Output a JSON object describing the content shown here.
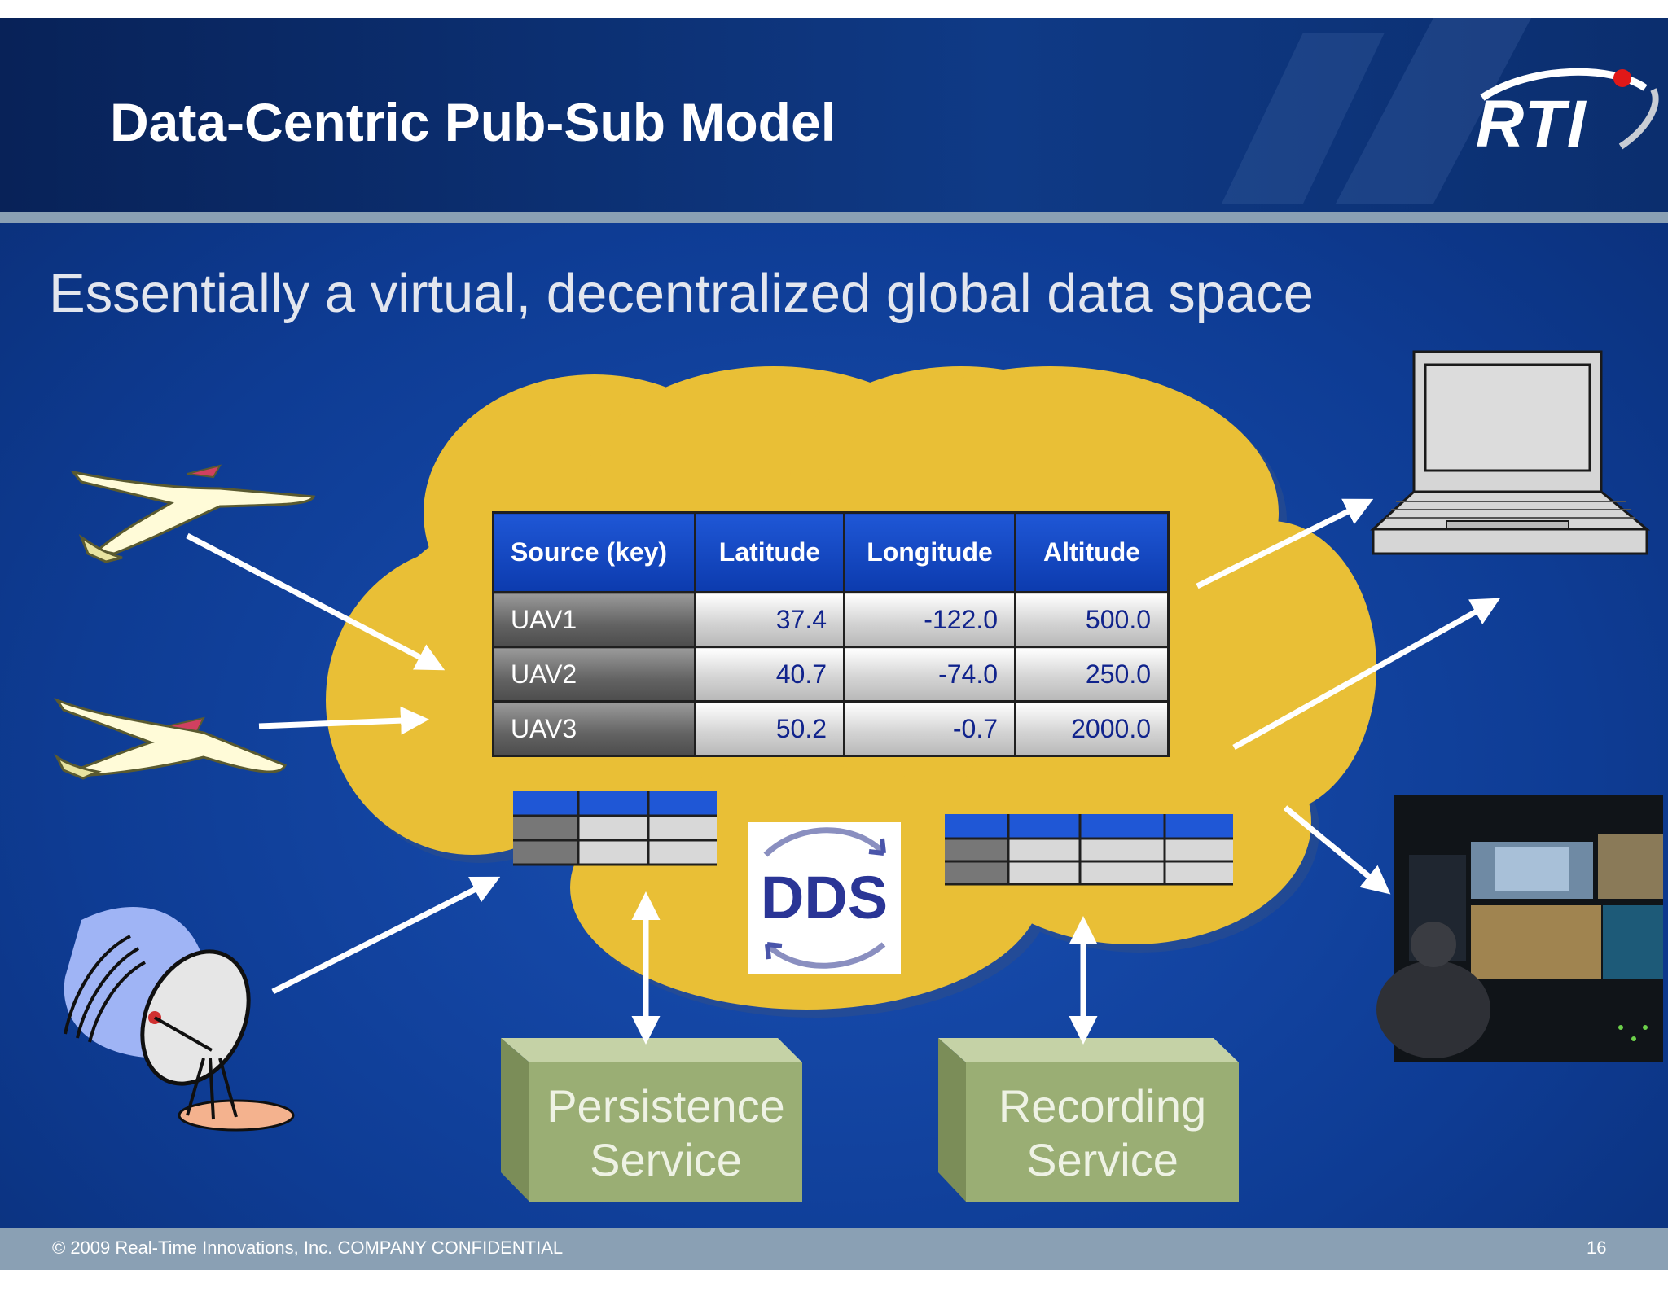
{
  "slide": {
    "title": "Data-Centric Pub-Sub Model",
    "subtitle": "Essentially a virtual, decentralized global data space",
    "logo_text": "RTI",
    "footer": "© 2009 Real-Time Innovations, Inc.  COMPANY CONFIDENTIAL",
    "page_number": "16"
  },
  "table": {
    "headers": [
      "Source (key)",
      "Latitude",
      "Longitude",
      "Altitude"
    ],
    "rows": [
      [
        "UAV1",
        "37.4",
        "-122.0",
        "500.0"
      ],
      [
        "UAV2",
        "40.7",
        "-74.0",
        "250.0"
      ],
      [
        "UAV3",
        "50.2",
        "-0.7",
        "2000.0"
      ]
    ]
  },
  "dds_label": "DDS",
  "services": {
    "persistence": {
      "line1": "Persistence",
      "line2": "Service"
    },
    "recording": {
      "line1": "Recording",
      "line2": "Service"
    }
  },
  "colors": {
    "background_blue": "#0d3a8e",
    "header_band": "#0b2d6f",
    "cloud_yellow": "#e9bf36",
    "service_green": "#9aae74",
    "table_header_blue": "#1f57d6"
  }
}
